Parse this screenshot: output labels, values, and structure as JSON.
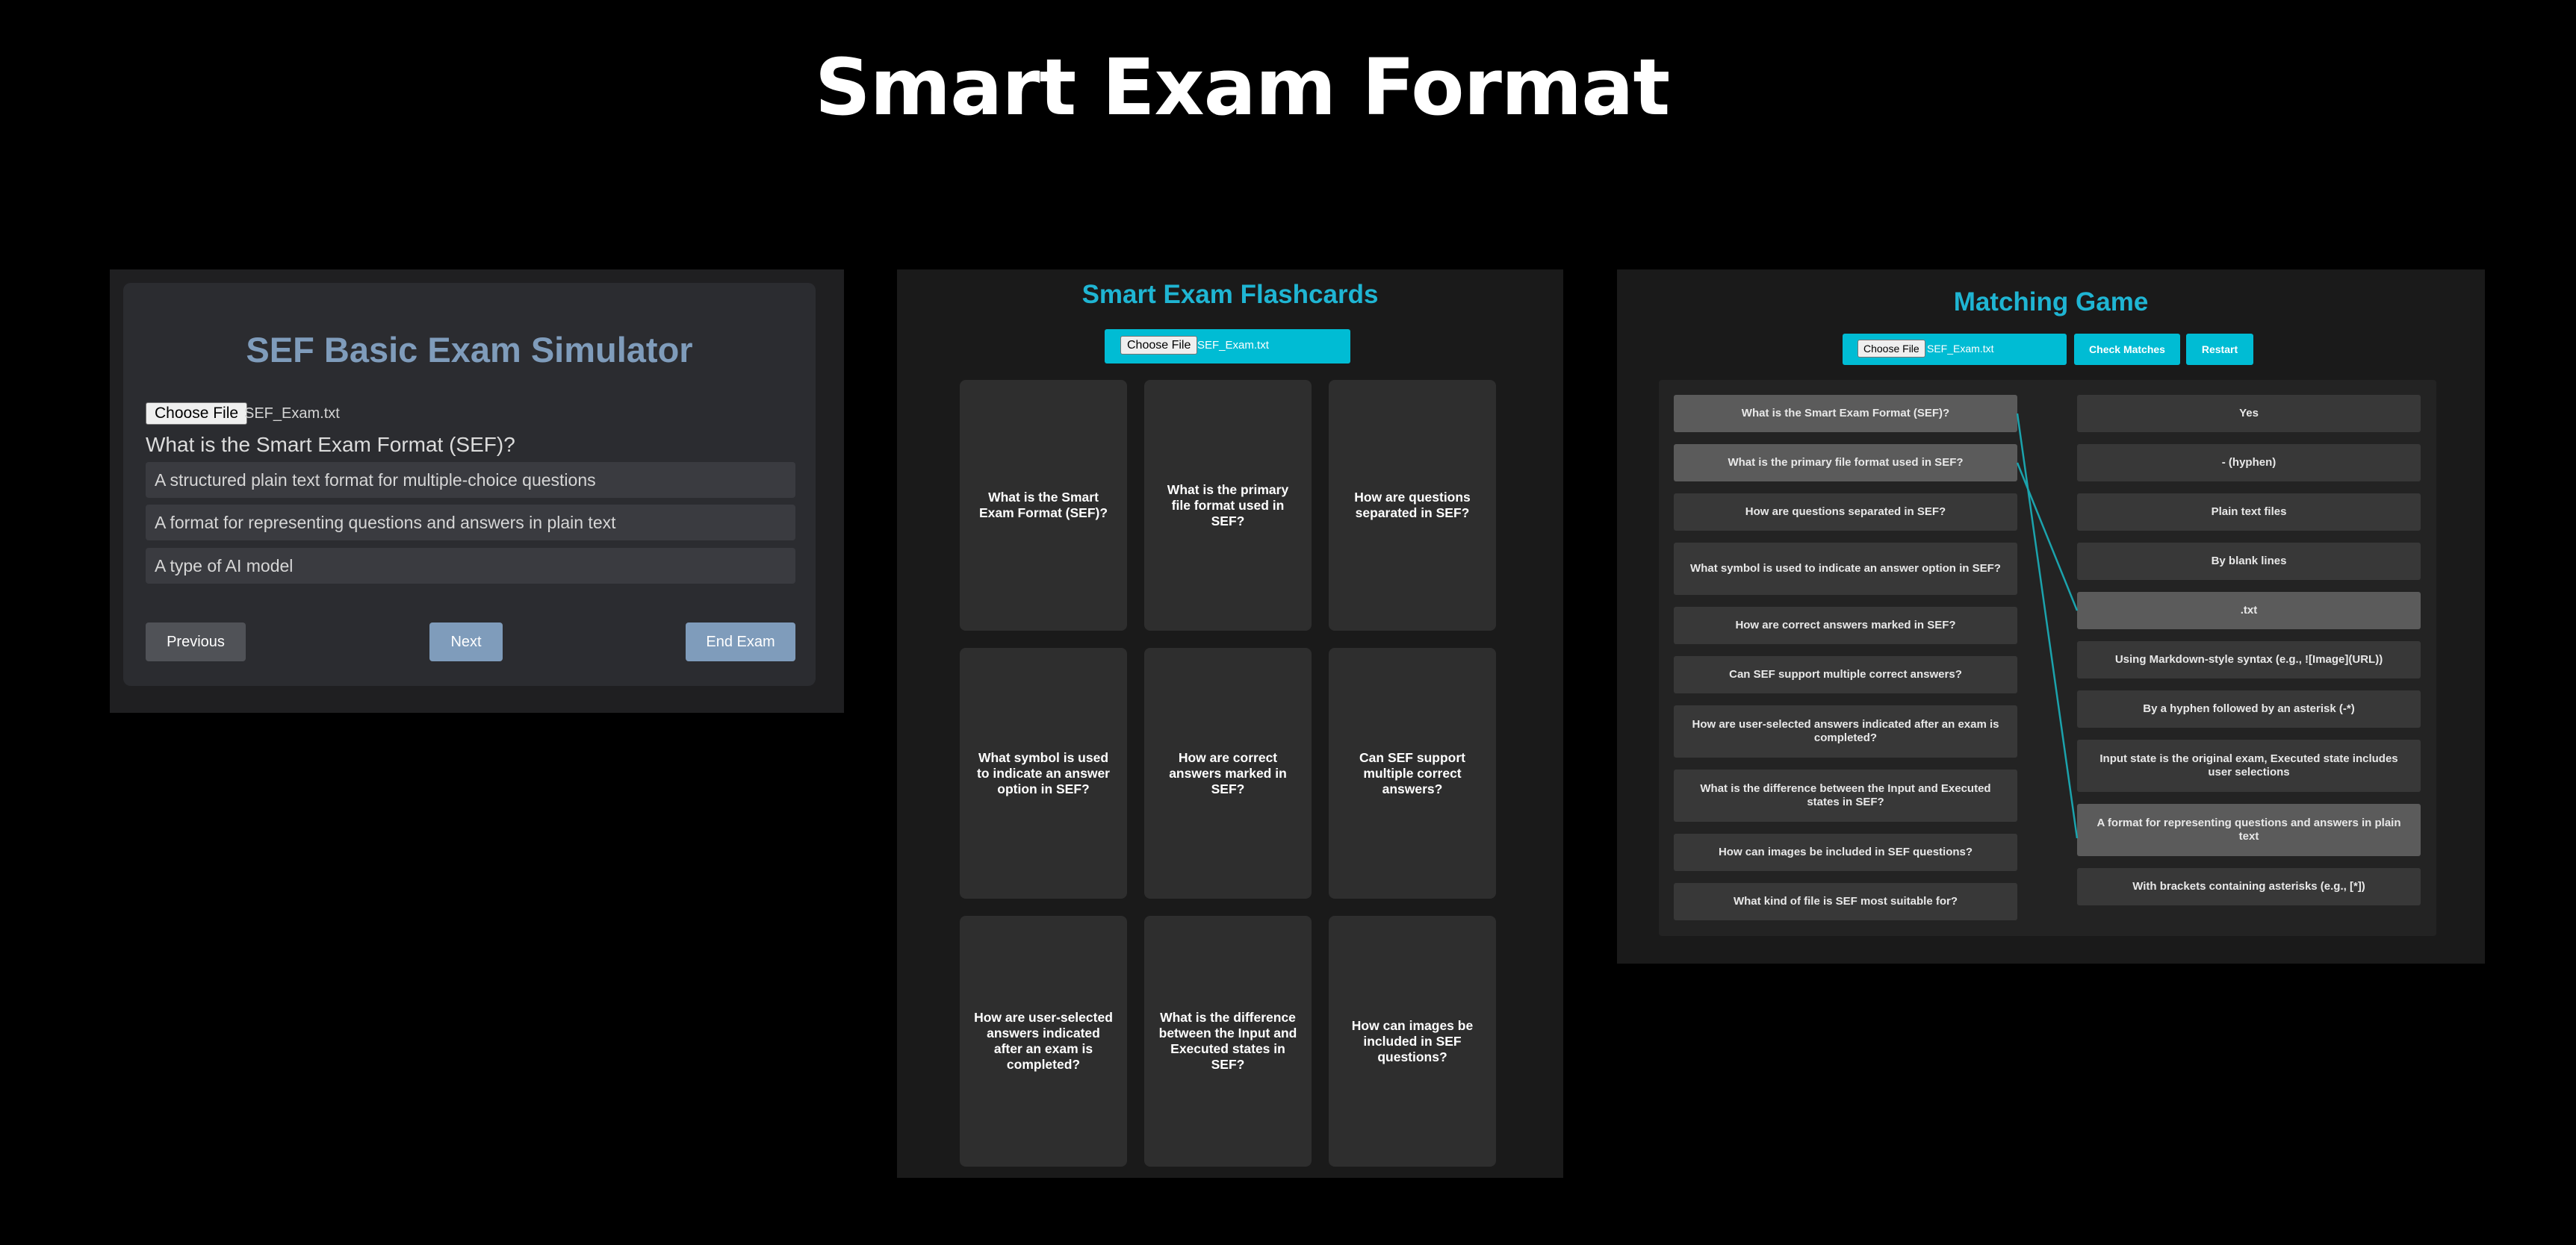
{
  "page": {
    "title": "Smart Exam Format"
  },
  "simulator": {
    "title": "SEF Basic Exam Simulator",
    "choose_file_label": "Choose File",
    "file_name": "SEF_Exam.txt",
    "question": "What is the Smart Exam Format (SEF)?",
    "options": [
      "A structured plain text format for multiple-choice questions",
      "A format for representing questions and answers in plain text",
      "A type of AI model"
    ],
    "previous_label": "Previous",
    "next_label": "Next",
    "end_label": "End Exam"
  },
  "flashcards": {
    "title": "Smart Exam Flashcards",
    "choose_file_label": "Choose File",
    "file_name": "SEF_Exam.txt",
    "cards": [
      "What is the Smart Exam Format (SEF)?",
      "What is the primary file format used in SEF?",
      "How are questions separated in SEF?",
      "What symbol is used to indicate an answer option in SEF?",
      "How are correct answers marked in SEF?",
      "Can SEF support multiple correct answers?",
      "How are user-selected answers indicated after an exam is completed?",
      "What is the difference between the Input and Executed states in SEF?",
      "How can images be included in SEF questions?"
    ]
  },
  "matching": {
    "title": "Matching Game",
    "choose_file_label": "Choose File",
    "file_name": "SEF_Exam.txt",
    "check_label": "Check Matches",
    "restart_label": "Restart",
    "questions": [
      "What is the Smart Exam Format (SEF)?",
      "What is the primary file format used in SEF?",
      "How are questions separated in SEF?",
      "What symbol is used to indicate an answer option in SEF?",
      "How are correct answers marked in SEF?",
      "Can SEF support multiple correct answers?",
      "How are user-selected answers indicated after an exam is completed?",
      "What is the difference between the Input and Executed states in SEF?",
      "How can images be included in SEF questions?",
      "What kind of file is SEF most suitable for?"
    ],
    "answers": [
      "Yes",
      "- (hyphen)",
      "Plain text files",
      "By blank lines",
      ".txt",
      "Using Markdown-style syntax (e.g., ![Image](URL))",
      "By a hyphen followed by an asterisk (-*)",
      "Input state is the original exam, Executed state includes user selections",
      "A format for representing questions and answers in plain text",
      "With brackets containing asterisks (e.g., [*])"
    ],
    "matches": [
      {
        "question_index": 0,
        "answer_index": 8
      },
      {
        "question_index": 1,
        "answer_index": 4
      }
    ],
    "line_color": "#1ba3ad"
  },
  "colors": {
    "accent": "#00bcd4",
    "simulator_title": "#7f9cbb",
    "button_blue": "#7f9cbb",
    "button_gray": "#505257"
  }
}
